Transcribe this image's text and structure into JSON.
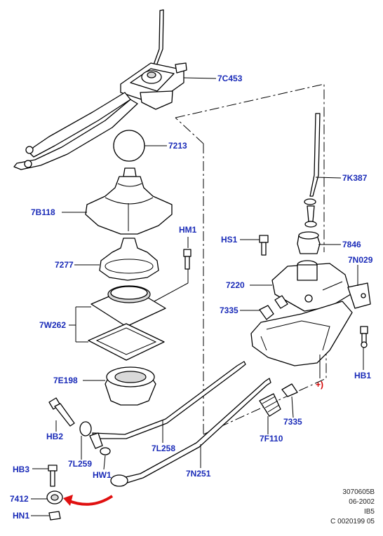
{
  "labels": {
    "l_7C453": "7C453",
    "l_7213": "7213",
    "l_7B118": "7B118",
    "l_HM1": "HM1",
    "l_7277": "7277",
    "l_7W262": "7W262",
    "l_7E198": "7E198",
    "l_7K387": "7K387",
    "l_HS1": "HS1",
    "l_7846": "7846",
    "l_7N029": "7N029",
    "l_7220": "7220",
    "l_7335a": "7335",
    "l_HB1": "HB1",
    "l_plus": "+)",
    "l_7335b": "7335",
    "l_7F110": "7F110",
    "l_HB2": "HB2",
    "l_7L258": "7L258",
    "l_7L259": "7L259",
    "l_HW1": "HW1",
    "l_7N251": "7N251",
    "l_HB3": "HB3",
    "l_7412": "7412",
    "l_HN1": "HN1"
  },
  "footer": {
    "ref": "3070605B",
    "date": "06-2002",
    "code": "IB5",
    "copyright": "C 0020199 05"
  },
  "colors": {
    "label": "#1a2bb8",
    "note": "#d40000",
    "arrow": "#e01010"
  }
}
